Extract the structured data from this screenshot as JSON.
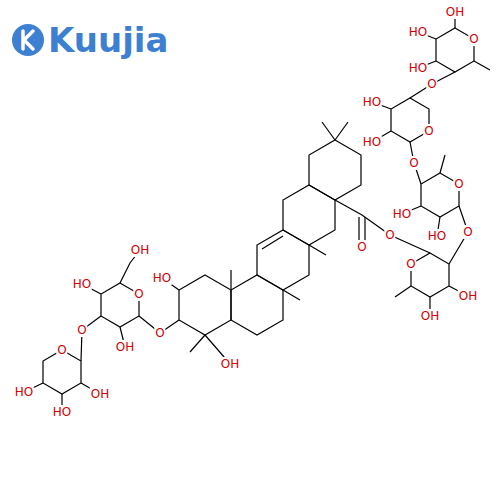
{
  "diagram": {
    "labels": [
      "Kuujia",
      "OH",
      "HO",
      "HO",
      "O",
      "O",
      "O",
      "HO",
      "HO",
      "O",
      "O",
      "HO",
      "HO",
      "O",
      "O",
      "OH",
      "OH",
      "O",
      "O",
      "HO",
      "O",
      "OH",
      "O",
      "OH",
      "HO",
      "OH",
      "O",
      "O",
      "OH",
      "HO",
      "HO"
    ]
  }
}
